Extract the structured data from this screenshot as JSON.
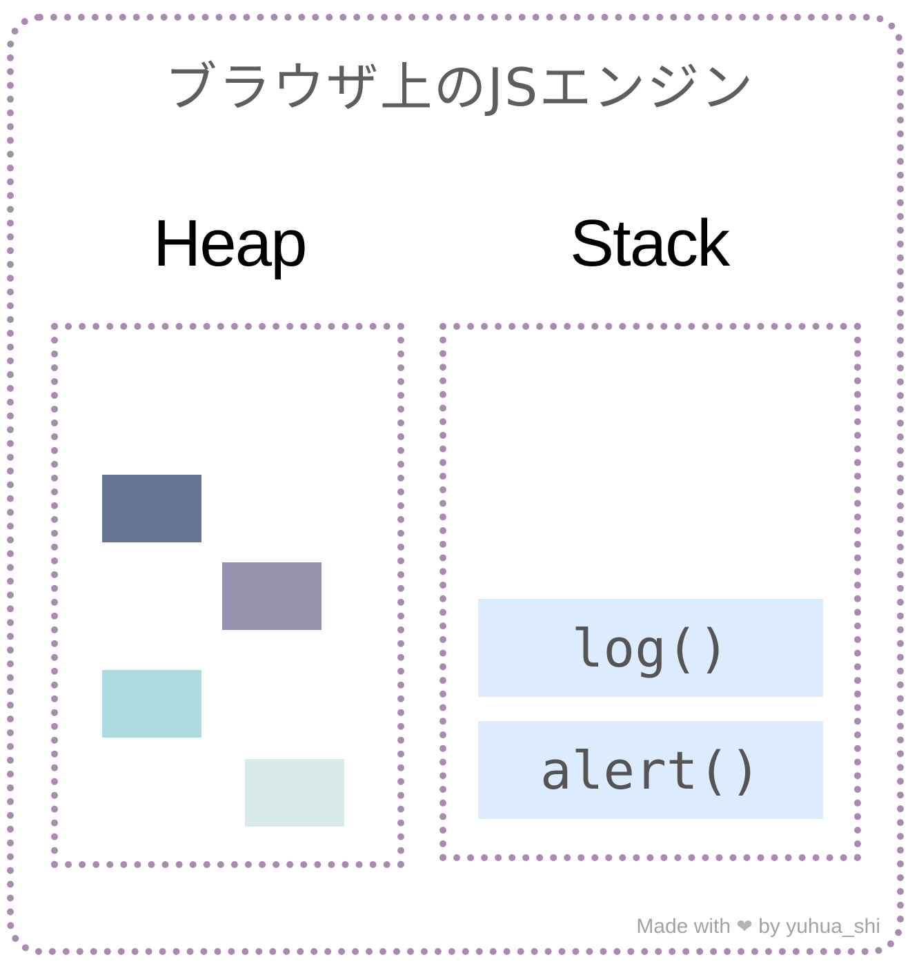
{
  "title": "ブラウザ上のJSエンジン",
  "heap": {
    "label": "Heap",
    "blocks": [
      {
        "color": "#677594"
      },
      {
        "color": "#9790ae"
      },
      {
        "color": "#acdadf"
      },
      {
        "color": "#d8eaea"
      }
    ]
  },
  "stack": {
    "label": "Stack",
    "frame_color": "#ddebfe",
    "frames": [
      "log()",
      "alert()"
    ]
  },
  "footer": {
    "prefix": "Made with",
    "heart_icon": "heart-icon",
    "suffix": "by yuhua_shi"
  },
  "colors": {
    "border": "#a98bb0",
    "title": "#5e5e5e"
  }
}
